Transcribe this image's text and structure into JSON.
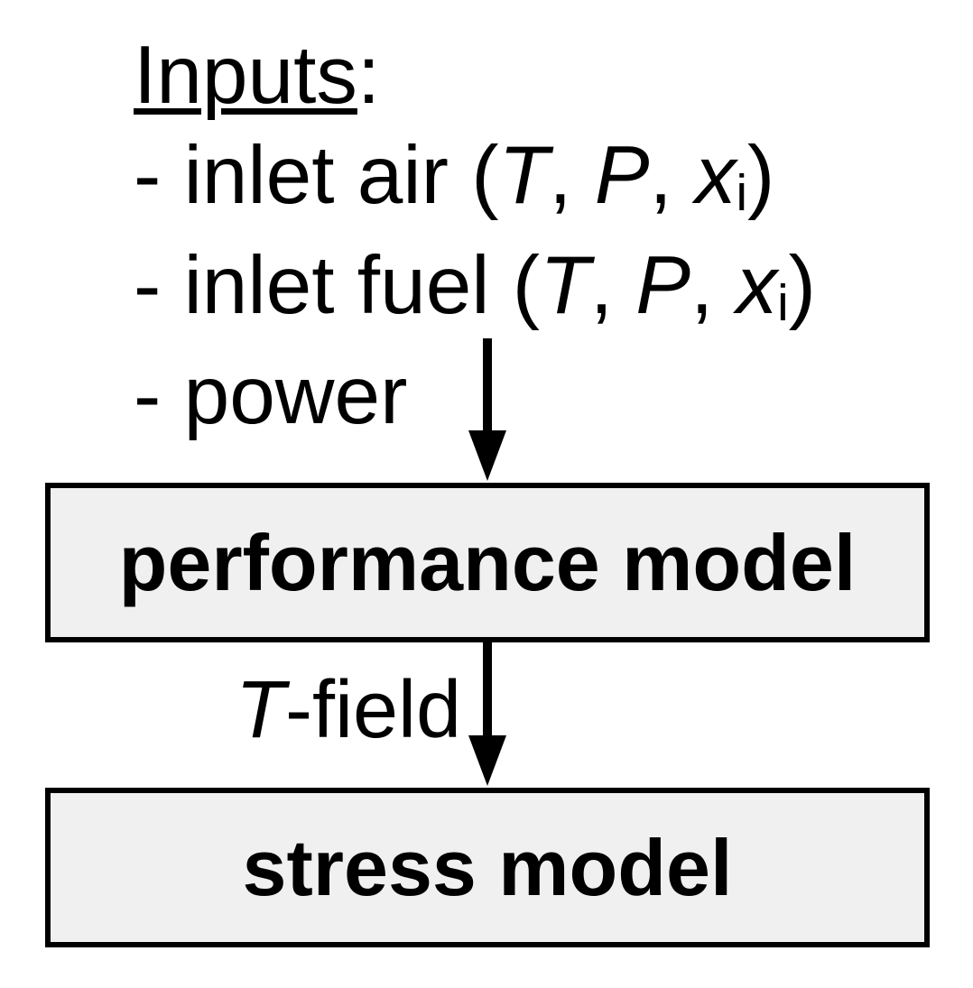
{
  "diagram": {
    "inputs": {
      "heading": "Inputs",
      "colon": ":",
      "items": [
        {
          "segments": [
            {
              "text": "- inlet air ("
            },
            {
              "text": "T",
              "style": "italic"
            },
            {
              "text": ", "
            },
            {
              "text": "P",
              "style": "italic"
            },
            {
              "text": ", "
            },
            {
              "text": "x",
              "style": "italic"
            },
            {
              "text": "i",
              "style": "subscript"
            },
            {
              "text": ")"
            }
          ]
        },
        {
          "segments": [
            {
              "text": "- inlet fuel ("
            },
            {
              "text": "T",
              "style": "italic"
            },
            {
              "text": ", "
            },
            {
              "text": "P",
              "style": "italic"
            },
            {
              "text": ", "
            },
            {
              "text": "x",
              "style": "italic"
            },
            {
              "text": "i",
              "style": "subscript"
            },
            {
              "text": ")"
            }
          ]
        },
        {
          "segments": [
            {
              "text": "- power"
            }
          ]
        }
      ]
    },
    "boxes": [
      {
        "id": "performance-model",
        "label": "performance model"
      },
      {
        "id": "stress-model",
        "label": "stress model"
      }
    ],
    "edge_label": {
      "segments": [
        {
          "text": "T",
          "style": "italic"
        },
        {
          "text": "-field"
        }
      ]
    },
    "arrows": [
      {
        "icon": "arrow-down-icon",
        "from": "inputs",
        "to": "performance-model"
      },
      {
        "icon": "arrow-down-icon",
        "from": "performance-model",
        "to": "stress-model"
      }
    ],
    "colors": {
      "background": "#ffffff",
      "text_color": "#000000",
      "box_fill": "#f0f0f0",
      "box_border": "#000000"
    }
  }
}
